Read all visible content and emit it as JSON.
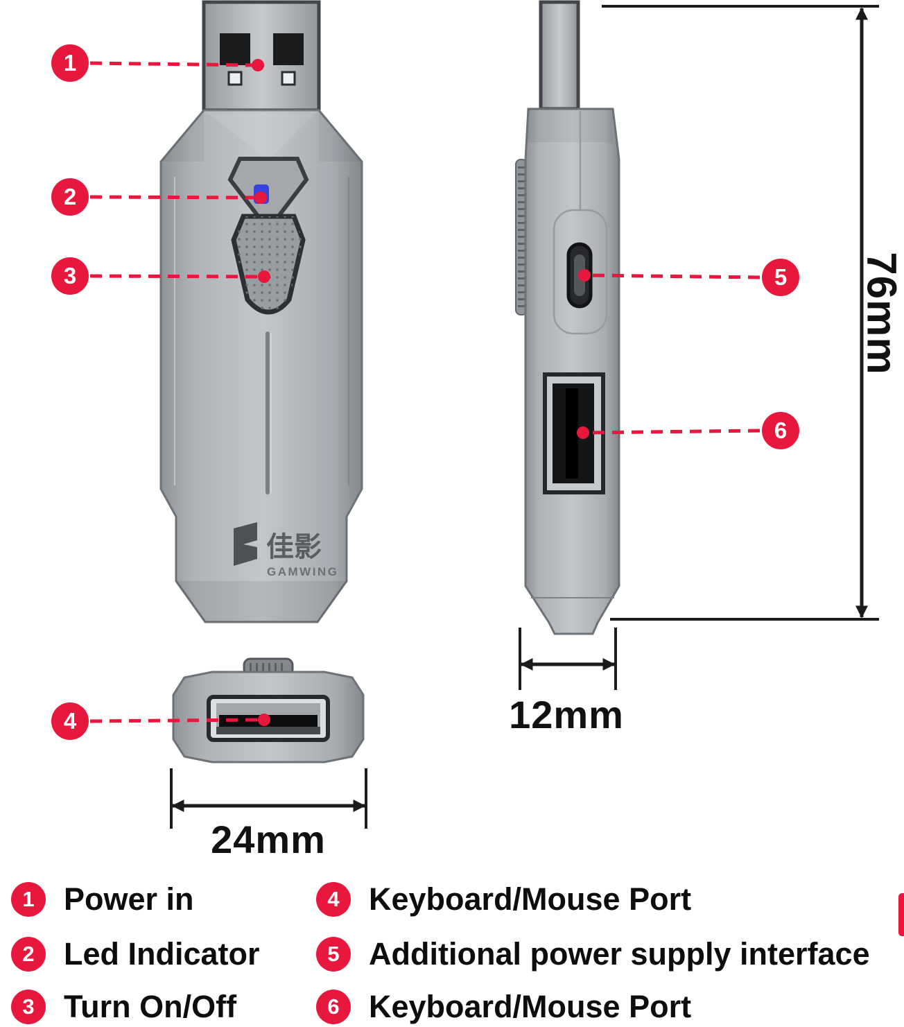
{
  "product": {
    "logo_cn": "佳影",
    "logo_en": "GAMWING"
  },
  "colors": {
    "accent": "#E8173D",
    "device_gray": "#AEB2B7",
    "device_outline": "#6D7276",
    "led_blue": "#3443DD",
    "dimension_ink": "#1B1B1B"
  },
  "dimensions": {
    "height": "76mm",
    "depth": "12mm",
    "width": "24mm"
  },
  "callouts": [
    {
      "num": "1",
      "label": "Power in"
    },
    {
      "num": "2",
      "label": "Led Indicator"
    },
    {
      "num": "3",
      "label": "Turn On/Off"
    },
    {
      "num": "4",
      "label": "Keyboard/Mouse Port"
    },
    {
      "num": "5",
      "label": "Additional power supply interface"
    },
    {
      "num": "6",
      "label": "Keyboard/Mouse Port"
    }
  ]
}
